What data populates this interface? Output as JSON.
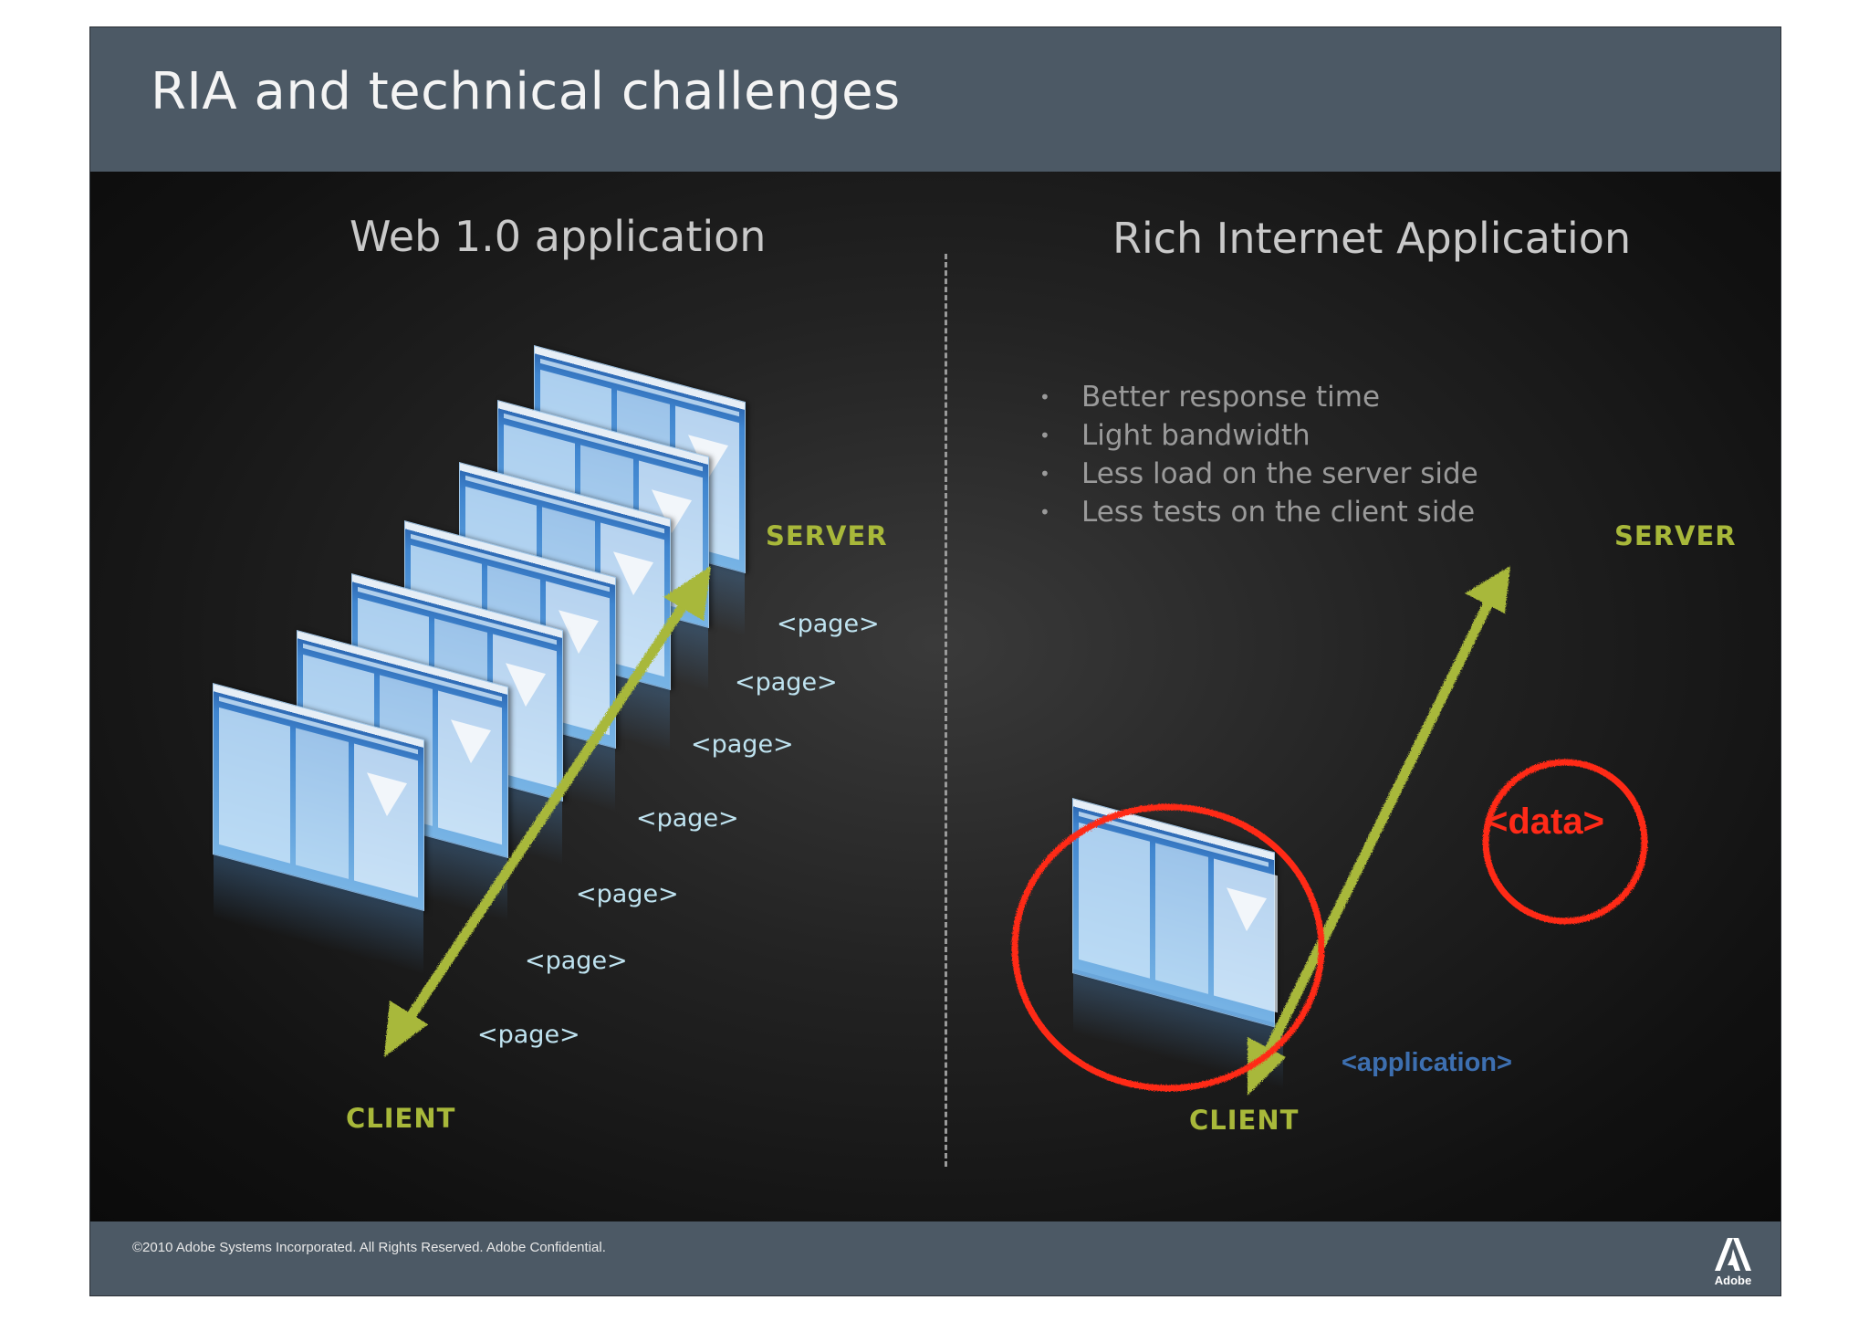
{
  "slide": {
    "title": "RIA and technical challenges"
  },
  "left": {
    "title": "Web 1.0 application",
    "server_label": "SERVER",
    "client_label": "CLIENT",
    "pages": [
      "<page>",
      "<page>",
      "<page>",
      "<page>",
      "<page>",
      "<page>",
      "<page>"
    ]
  },
  "right": {
    "title": "Rich Internet Application",
    "bullets": [
      "Better response time",
      "Light bandwidth",
      "Less load on the server side",
      "Less tests on the client side"
    ],
    "server_label": "SERVER",
    "client_label": "CLIENT",
    "application_label": "<application>",
    "data_label": "<data>"
  },
  "footer": {
    "copyright": "©2010 Adobe Systems Incorporated.  All Rights Reserved. Adobe Confidential.",
    "logo_text": "Adobe"
  },
  "colors": {
    "header_bg": "#4c5965",
    "arrow_green": "#a8b83a",
    "circle_red": "#ff2a18",
    "page_label": "#bfe3f0",
    "application_blue": "#3d6fb0"
  },
  "icons": [
    "adobe-logo-icon",
    "double-arrow-icon",
    "red-circle-icon"
  ]
}
